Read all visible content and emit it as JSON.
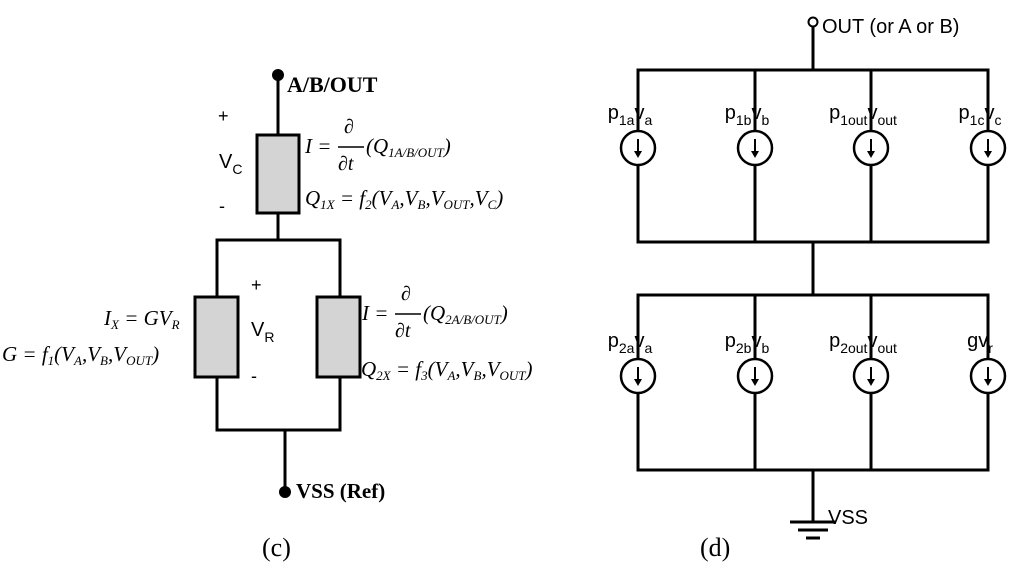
{
  "panel_c": {
    "caption": "(c)",
    "top_node": "A/B/OUT",
    "bottom_node": "VSS (Ref)",
    "vc": {
      "plus": "+",
      "name": "V",
      "sub": "C",
      "minus": "-"
    },
    "vr": {
      "plus": "+",
      "name": "V",
      "sub": "R",
      "minus": "-"
    },
    "cap1_current": {
      "lhs": "I = ",
      "num": "∂",
      "den": "∂t",
      "arg": "(Q",
      "arg_sub": "1A/B/OUT",
      "arg_close": ")"
    },
    "cap1_charge": {
      "q": "Q",
      "q_sub": "1X",
      "eq": " = f",
      "f_sub": "2",
      "args": "(V",
      "a": "A",
      "b": "B",
      "out": "OUT",
      "c": "C"
    },
    "res_current": {
      "text": "I",
      "sub": "X",
      "eq": " = GV",
      "r_sub": "R"
    },
    "res_func": {
      "text": "G = f",
      "sub": "1",
      "args": "(V",
      "a": "A",
      "b": "B",
      "out": "OUT"
    },
    "cap2_current": {
      "lhs": "I = ",
      "num": "∂",
      "den": "∂t",
      "arg": "(Q",
      "arg_sub": "2A/B/OUT",
      "arg_close": ")"
    },
    "cap2_charge": {
      "q": "Q",
      "q_sub": "2X",
      "eq": " = f",
      "f_sub": "3",
      "args": "(V",
      "a": "A",
      "b": "B",
      "out": "OUT"
    }
  },
  "panel_d": {
    "caption": "(d)",
    "top_node": "OUT (or A or B)",
    "bottom_node": "VSS",
    "upper_sources": [
      {
        "p": "p",
        "p_sub": "1a",
        "v": "v",
        "v_sub": "a"
      },
      {
        "p": "p",
        "p_sub": "1b",
        "v": "v",
        "v_sub": "b"
      },
      {
        "p": "p",
        "p_sub": "1out",
        "v": "v",
        "v_sub": "out"
      },
      {
        "p": "p",
        "p_sub": "1c",
        "v": "v",
        "v_sub": "c"
      }
    ],
    "lower_sources": [
      {
        "p": "p",
        "p_sub": "2a",
        "v": "v",
        "v_sub": "a"
      },
      {
        "p": "p",
        "p_sub": "2b",
        "v": "v",
        "v_sub": "b"
      },
      {
        "p": "p",
        "p_sub": "2out",
        "v": "v",
        "v_sub": "out"
      },
      {
        "p": "g",
        "p_sub": "",
        "v": "v",
        "v_sub": "r"
      }
    ]
  }
}
